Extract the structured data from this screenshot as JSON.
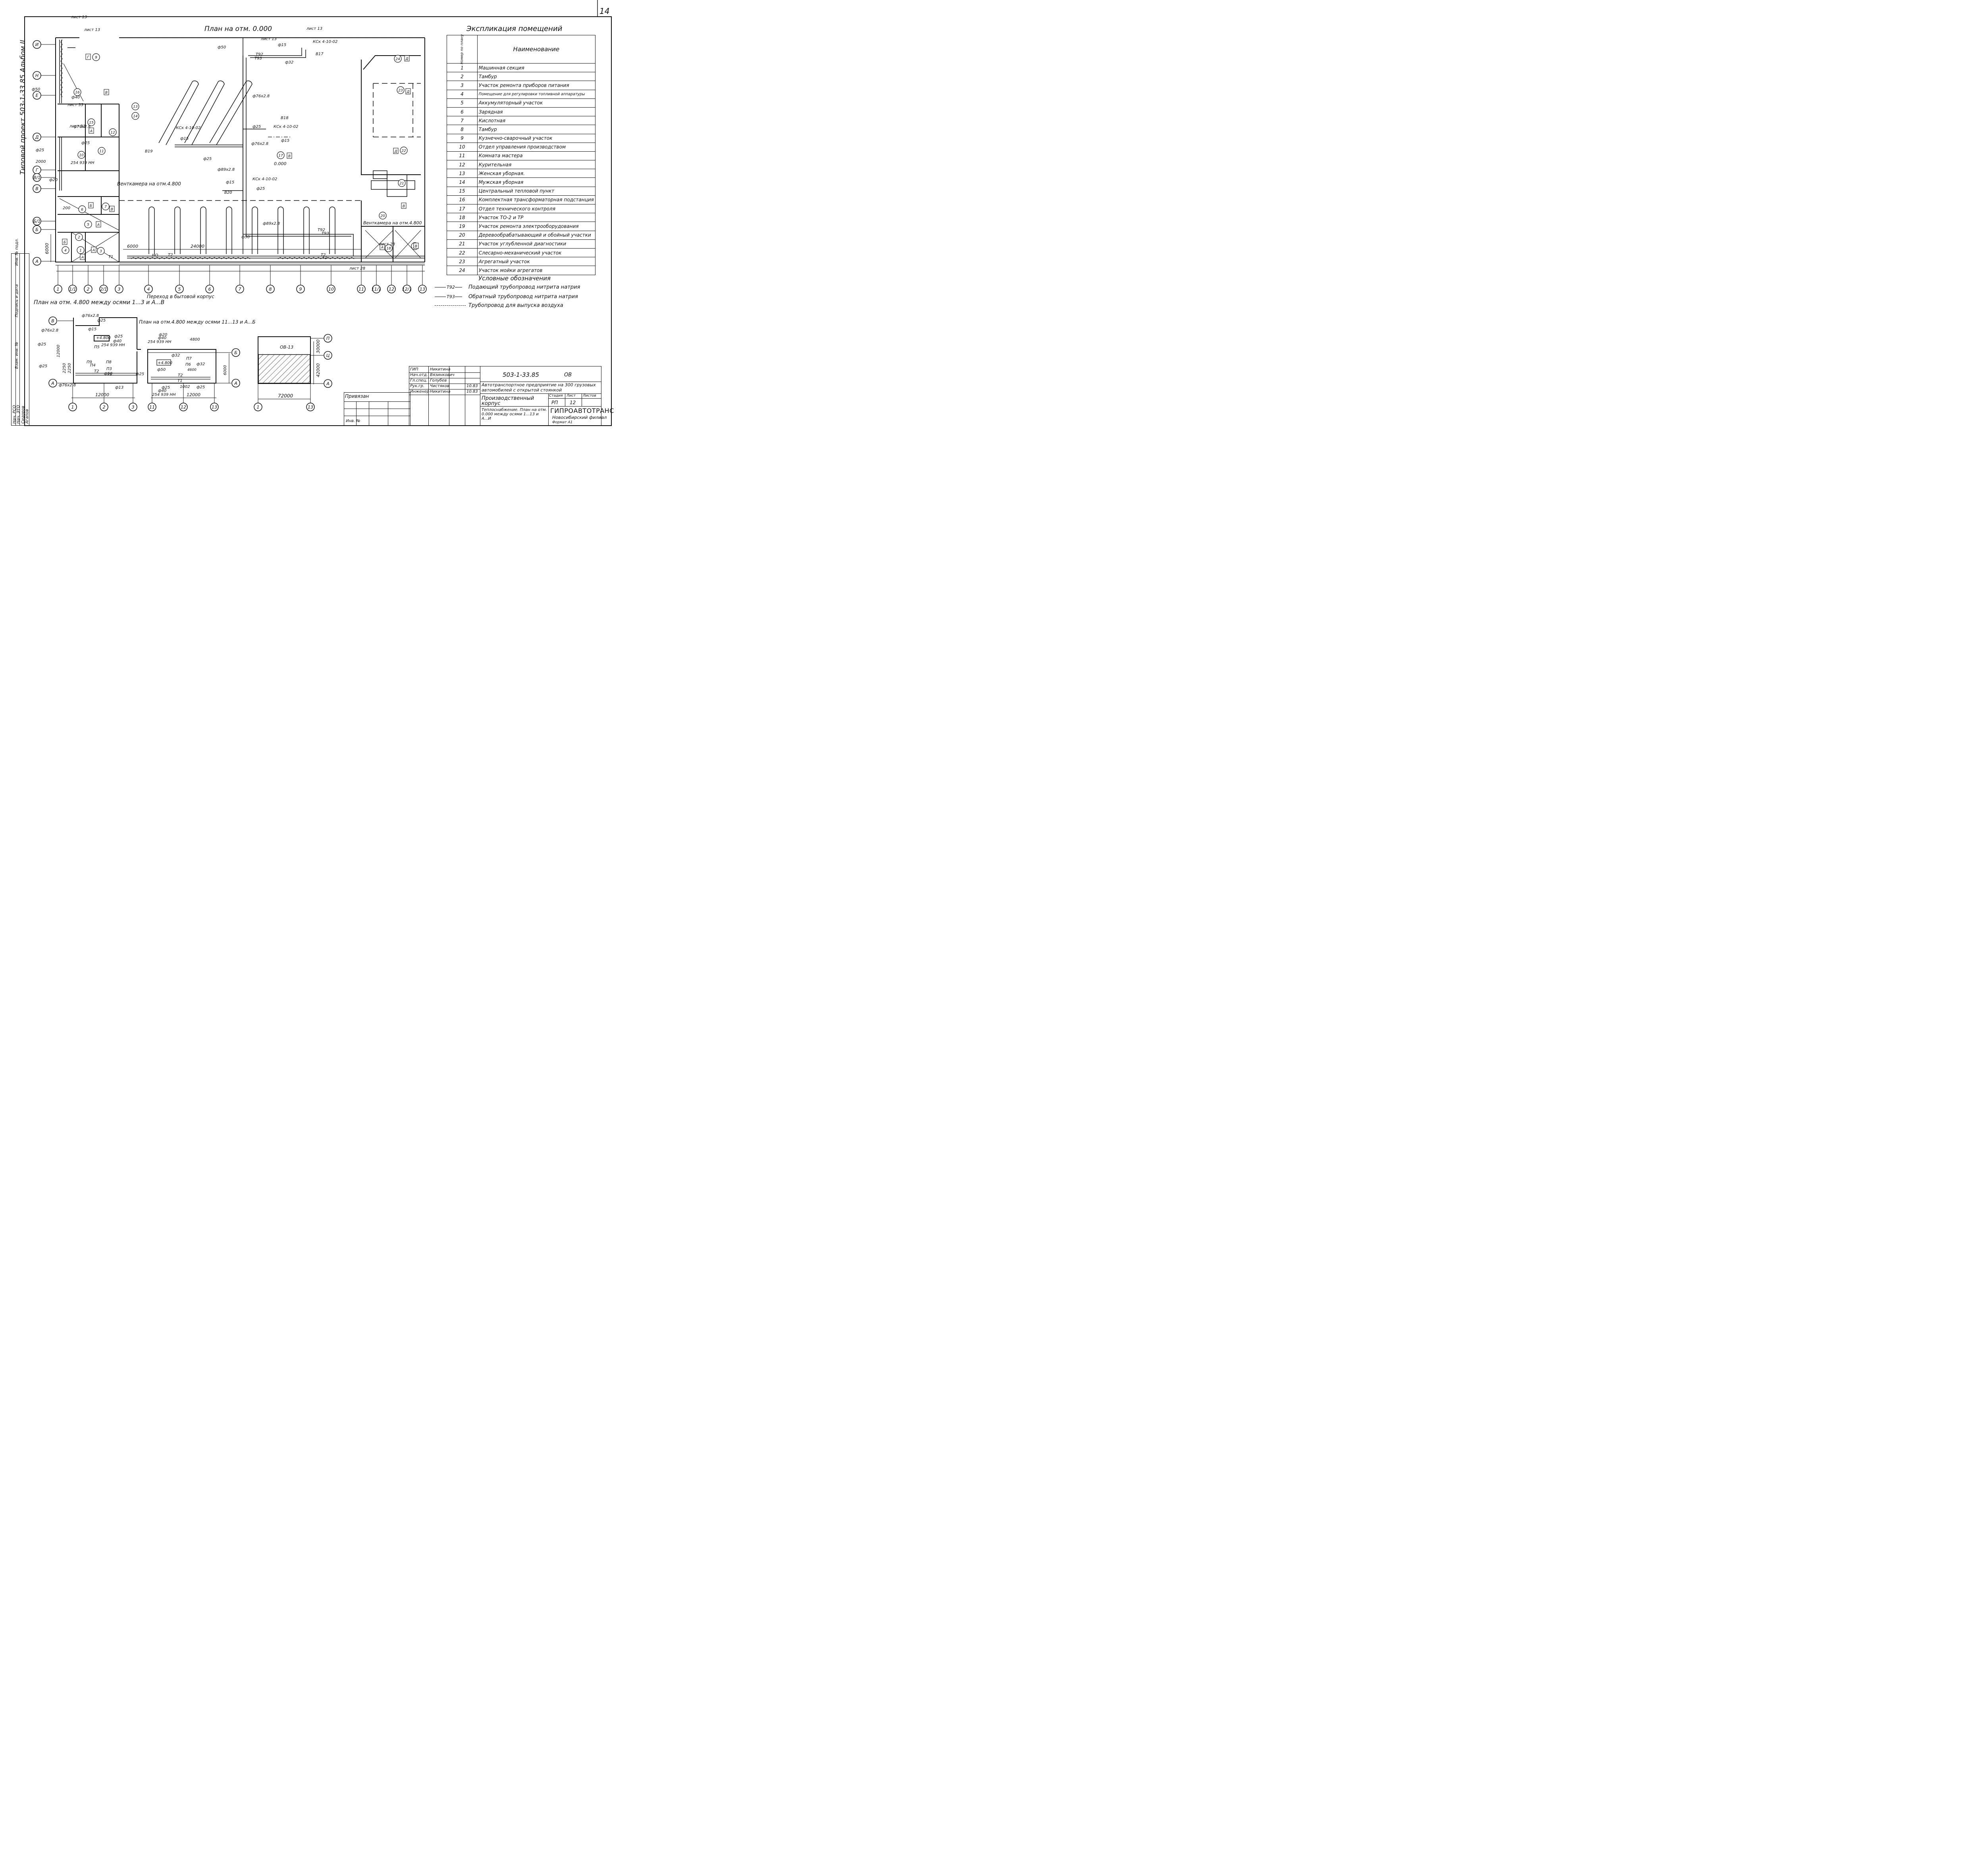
{
  "sheet": {
    "page_number": "14",
    "side_title": "Типовой проект 503-1-33.85 Альбом II"
  },
  "plan": {
    "title": "План на отм. 0.000",
    "axes_bottom": [
      "1",
      "1/1",
      "2",
      "2/1",
      "3",
      "4",
      "5",
      "6",
      "7",
      "8",
      "9",
      "10",
      "11",
      "11/1",
      "12",
      "12/1",
      "13"
    ],
    "axes_left": [
      "И",
      "Н",
      "Е",
      "Д",
      "Г",
      "В/1",
      "В",
      "Б/1",
      "Б",
      "А"
    ],
    "room_numbers": [
      "1",
      "2",
      "3",
      "4",
      "5",
      "6",
      "7",
      "9",
      "10",
      "11",
      "12",
      "13",
      "14",
      "15",
      "16",
      "17",
      "18",
      "19",
      "20",
      "21",
      "22",
      "23",
      "24"
    ],
    "room_categories": [
      "Г",
      "В",
      "Д",
      "А",
      "Б"
    ],
    "labels": {
      "ventcamera_left": "Венткамера на отм.4.800",
      "ventcamera_right": "Венткамера на отм.4.800",
      "transition": "Переход в бытовой корпус",
      "level_mark": "0.000",
      "dim_24000": "24000",
      "dim_6000": "6000",
      "dim_6000_v": "6000",
      "dim_2000": "2000",
      "dim_200": "200"
    },
    "pipe_labels": [
      "ф50",
      "ф15",
      "ф32",
      "ф76х2.8",
      "ф25",
      "ф89х2.8",
      "ф40",
      "ф20",
      "Т92",
      "Т93",
      "Т1",
      "Т2",
      "НО",
      "КСк 4-10-02",
      "В17",
      "В18",
      "В19",
      "В20",
      "лист 13",
      "лист 33",
      "лист 28",
      "254 939 НН"
    ]
  },
  "subplan_left": {
    "title": "План на отм. 4.800 между осями 1...3 и А...В",
    "axes": [
      "1",
      "2",
      "3"
    ],
    "axes_rows": [
      "В",
      "А"
    ],
    "dim": "12000",
    "dims_v": [
      "12000",
      "2250",
      "2250"
    ],
    "labels": [
      "ф76х2.8",
      "ф25",
      "ф15",
      "ф25",
      "ф40",
      "+4.800",
      "254 939 НН",
      "П5",
      "ф76х2.8",
      "ф25",
      "ф25",
      "П9",
      "П8",
      "П4",
      "П3",
      "Т2",
      "Т1",
      "ф50",
      "ф25",
      "ф13",
      "ф76х2.8"
    ]
  },
  "subplan_right": {
    "title": "План на отм.4.800 между осями 11...13 и А...Б",
    "axes": [
      "11",
      "12",
      "13"
    ],
    "axes_rows": [
      "Б",
      "А"
    ],
    "dims": [
      "4800",
      "6000",
      "12000",
      "4600"
    ],
    "labels": [
      "ф20",
      "ф40",
      "254 939 НН",
      "ф32",
      "+4.800",
      "П7",
      "П6",
      "ф32",
      "ф50",
      "Т2",
      "Т1",
      "ф25",
      "ф40",
      "254 939 НН",
      "ф25",
      "1002"
    ]
  },
  "ov_block": {
    "label": "ОВ-13",
    "axes": [
      "1",
      "13"
    ],
    "axes_rows": [
      "П",
      "Ц",
      "А"
    ],
    "dim_h": "72000",
    "dims_v": [
      "30000",
      "42000"
    ]
  },
  "explication": {
    "title": "Экспликация помещений",
    "col_no": "Номер по плану",
    "col_name": "Наименование",
    "rows": [
      {
        "n": "1",
        "name": "Машинная секция"
      },
      {
        "n": "2",
        "name": "Тамбур"
      },
      {
        "n": "3",
        "name": "Участок ремонта приборов питания"
      },
      {
        "n": "4",
        "name": "Помещение для регулировки топливной аппаратуры"
      },
      {
        "n": "5",
        "name": "Аккумуляторный участок"
      },
      {
        "n": "6",
        "name": "Зарядная"
      },
      {
        "n": "7",
        "name": "Кислотная"
      },
      {
        "n": "8",
        "name": "Тамбур"
      },
      {
        "n": "9",
        "name": "Кузнечно-сварочный участок"
      },
      {
        "n": "10",
        "name": "Отдел управления производством"
      },
      {
        "n": "11",
        "name": "Комната мастера"
      },
      {
        "n": "12",
        "name": "Курительная"
      },
      {
        "n": "13",
        "name": "Женская уборная."
      },
      {
        "n": "14",
        "name": "Мужская уборная"
      },
      {
        "n": "15",
        "name": "Центральный тепловой пункт"
      },
      {
        "n": "16",
        "name": "Комплектная трансформаторная подстанция"
      },
      {
        "n": "17",
        "name": "Отдел технического контроля"
      },
      {
        "n": "18",
        "name": "Участок ТО-2 и ТР"
      },
      {
        "n": "19",
        "name": "Участок ремонта электрооборудования"
      },
      {
        "n": "20",
        "name": "Деревообрабатывающий и обойный участки"
      },
      {
        "n": "21",
        "name": "Участок углубленной диагностики"
      },
      {
        "n": "22",
        "name": "Слесарно-механический участок"
      },
      {
        "n": "23",
        "name": "Агрегатный участок"
      },
      {
        "n": "24",
        "name": "Участок мойки агрегатов"
      }
    ]
  },
  "legend": {
    "title": "Условные обозначения",
    "items": [
      {
        "code": "Т92",
        "text": "Подающий трубопровод нитрита натрия"
      },
      {
        "code": "Т93",
        "text": "Обратный трубопровод нитрита натрия"
      },
      {
        "code": "",
        "text": "Трубопровод для выпуска воздуха"
      }
    ]
  },
  "stamp": {
    "label": "Привязан",
    "inv": "Инв. №"
  },
  "side_stamp": [
    "Нач. РСО",
    "Нач. ЭТО",
    "Сидоров",
    "Агапов",
    "Взам. инв. №",
    "Подпись и дата",
    "Инв. № подл."
  ],
  "title_block": {
    "code": "503-1-33.85",
    "mark": "ОВ",
    "roles": [
      "ГИП",
      "Нач.отд.",
      "Гл.спец.",
      "Рук.гр.",
      "Инженер"
    ],
    "names": [
      "Никитина",
      "Вязинкович",
      "Голубев",
      "Чистяков",
      "Никитина"
    ],
    "date": "10.83",
    "date2": "10.83",
    "project": "Автотранспортное предприятие на 300 грузовых автомобилей с открытой стоянкой",
    "object": "Производственный корпус",
    "sheet_desc": "Теплоснабжение. План на отм. 0.000 между осями 1...13 и А...И",
    "stage_label": "Стадия",
    "sheet_label": "Лист",
    "sheets_label": "Листов",
    "stage": "РП",
    "sheet_no": "12",
    "org": "ГИПРОАВТОТРАНС",
    "org_branch": "Новосибирский филиал",
    "format": "Формат А1"
  }
}
